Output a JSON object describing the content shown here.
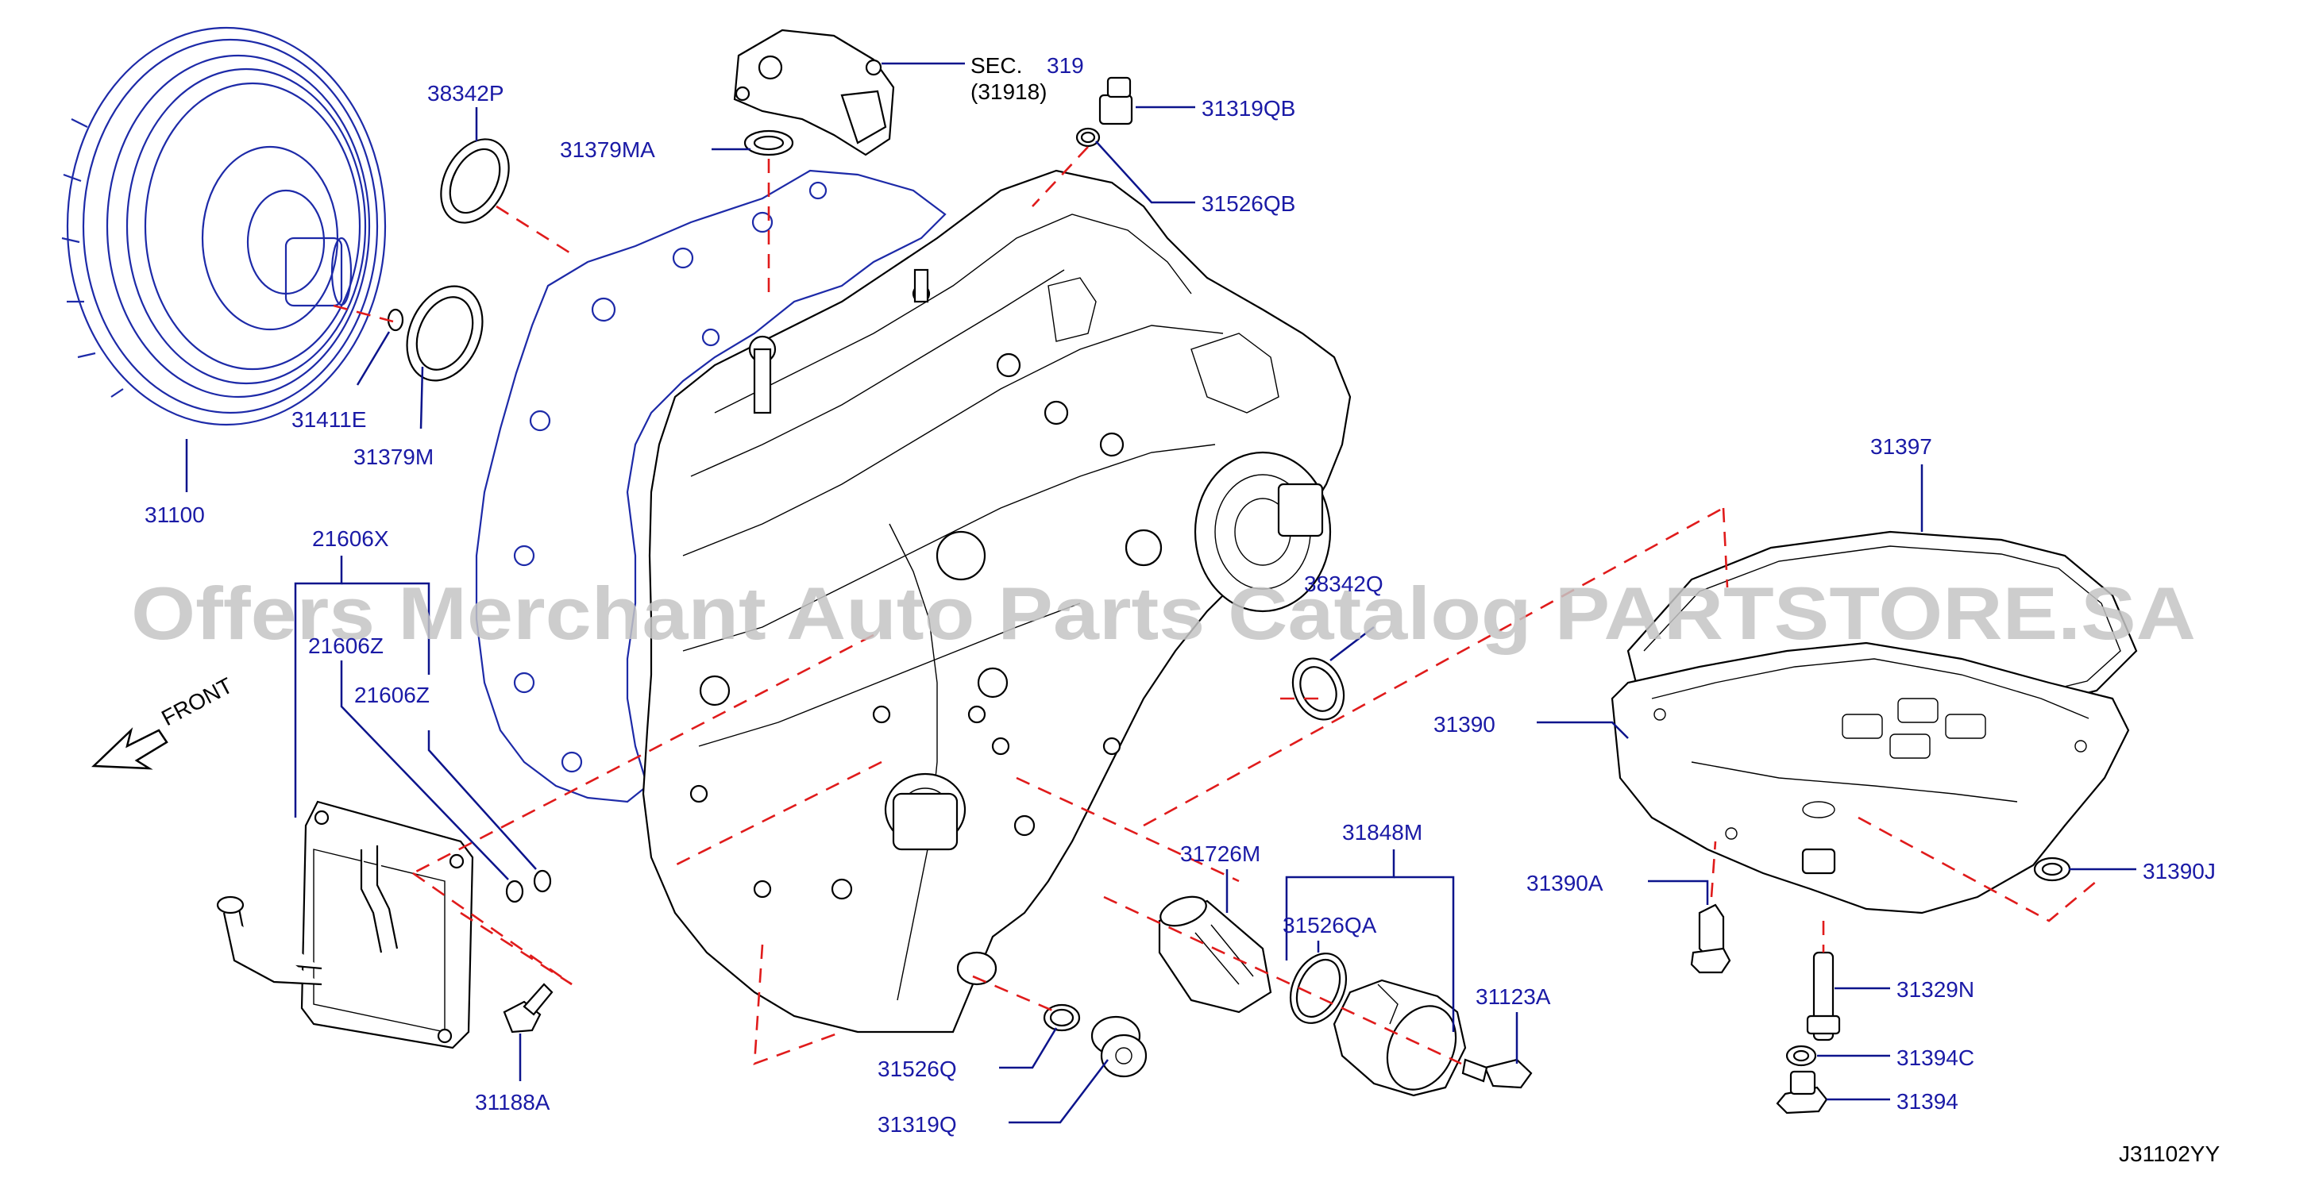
{
  "colors": {
    "label_blue": "#1a1aa6",
    "leader_blue": "#0c148c",
    "dashed_red": "#e01b1b",
    "watermark_gray": "#c4c4c4"
  },
  "watermark": "Offers Merchant Auto Parts Catalog PARTSTORE.SA",
  "sec_ref": {
    "prefix": "SEC.",
    "number": "319",
    "sub": "(31918)"
  },
  "front_label": "FRONT",
  "diagram_code": "J31102YY",
  "callouts": {
    "p38342P": "38342P",
    "p31379MA": "31379MA",
    "p31319QB": "31319QB",
    "p31526QB": "31526QB",
    "p31411E": "31411E",
    "p31379M": "31379M",
    "p31100": "31100",
    "p21606X": "21606X",
    "p21606Z_a": "21606Z",
    "p21606Z_b": "21606Z",
    "p31188A": "31188A",
    "p38342Q": "38342Q",
    "p31397": "31397",
    "p31390": "31390",
    "p31390A": "31390A",
    "p31390J": "31390J",
    "p31329N": "31329N",
    "p31394C": "31394C",
    "p31394": "31394",
    "p31726M": "31726M",
    "p31848M": "31848M",
    "p31526QA": "31526QA",
    "p31123A": "31123A",
    "p31526Q": "31526Q",
    "p31319Q": "31319Q"
  }
}
